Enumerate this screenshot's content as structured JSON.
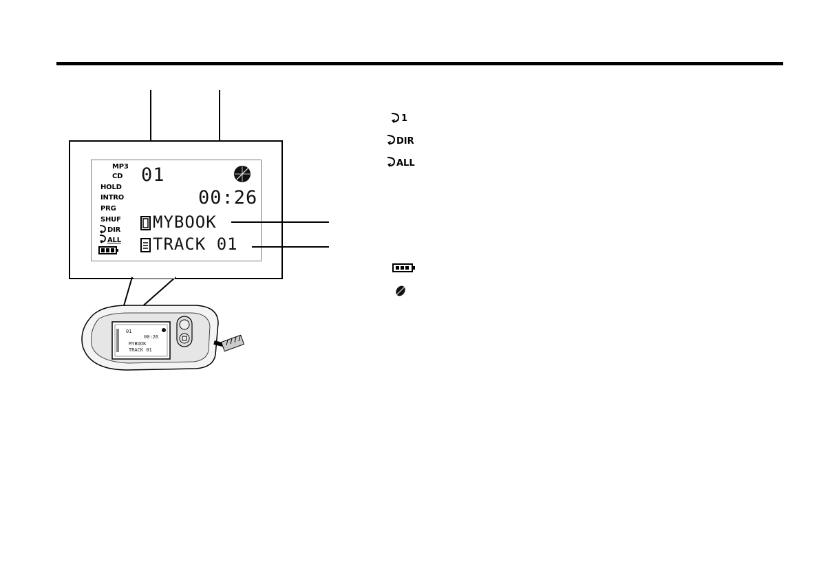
{
  "lcd": {
    "indicators": {
      "mp3": "MP3",
      "cd": "CD",
      "hold": "HOLD",
      "intro": "INTRO",
      "prg": "PRG",
      "shuf": "SHUF",
      "dir": "DIR",
      "all": "ALL"
    },
    "track_number": "01",
    "elapsed_time": "00:26",
    "folder_name": "MYBOOK",
    "file_name": "TRACK 01"
  },
  "device_screen": {
    "track_number": "01",
    "elapsed_time": "00:26",
    "folder_name": "MYBOOK",
    "file_name": "TRACK 01"
  },
  "legend": {
    "repeat_one": "1",
    "repeat_dir": "DIR",
    "repeat_all": "ALL"
  },
  "icons": {
    "repeat": "repeat-arrow-icon",
    "battery": "battery-icon",
    "disc": "disc-icon",
    "folder": "folder-icon",
    "file": "file-icon"
  }
}
